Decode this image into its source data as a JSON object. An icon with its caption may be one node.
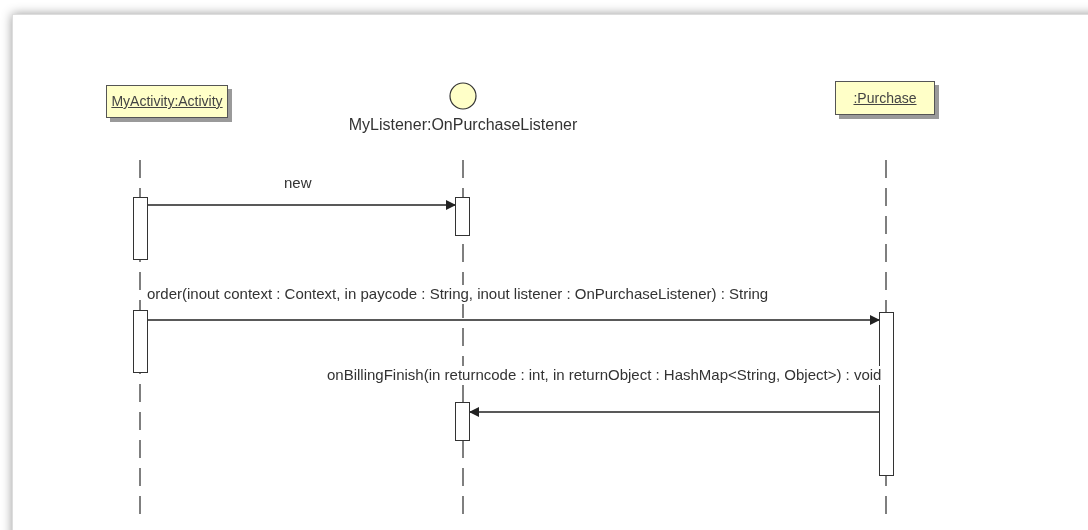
{
  "diagram": {
    "nodes": [
      {
        "text": [
          "MyActivity:Activity"
        ]
      },
      {
        "text": [
          "MyListener:OnPurchaseListener"
        ]
      },
      {
        "text": [
          ":Purchase"
        ]
      },
      {
        "text": [],
        "shape": "bar"
      },
      {
        "text": [],
        "shape": "bar"
      },
      {
        "text": [],
        "shape": "bar"
      },
      {
        "text": [],
        "shape": "bar"
      },
      {
        "text": [],
        "shape": "bar"
      }
    ],
    "edges": [
      {
        "from": 3,
        "to": 4,
        "arrow": "to",
        "label": "new"
      },
      {
        "from": 5,
        "to": 6,
        "arrow": "to",
        "label": "order(inout context : Context, in paycode : String, inout listener : OnPurchaseListener) : String"
      },
      {
        "from": 6,
        "to": 7,
        "arrow": "to",
        "label": "onBillingFinish(in returncode : int, in returnObject : HashMap<String, Object>) : void"
      }
    ]
  }
}
